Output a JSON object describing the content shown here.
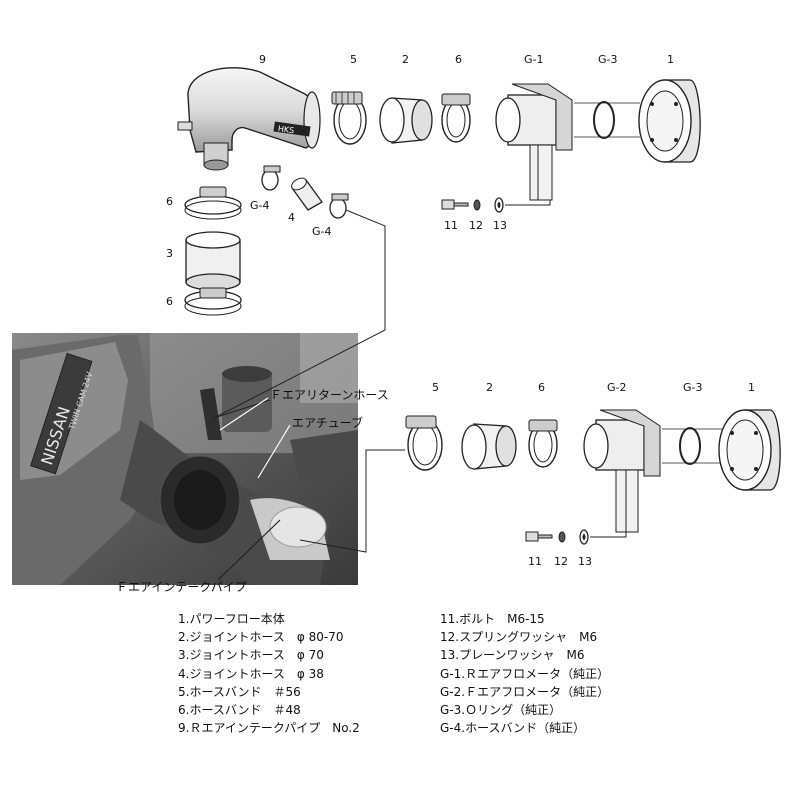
{
  "diagram": {
    "top_labels": [
      "9",
      "5",
      "2",
      "6",
      "G-1",
      "G-3",
      "1"
    ],
    "left_labels": [
      "6",
      "3",
      "6"
    ],
    "mid_labels": [
      "G-4",
      "4",
      "G-4"
    ],
    "top_hardware_labels": [
      "11",
      "12",
      "13"
    ],
    "lower_labels": [
      "5",
      "2",
      "6",
      "G-2",
      "G-3",
      "1"
    ],
    "lower_hardware_labels": [
      "11",
      "12",
      "13"
    ],
    "callouts": {
      "return_hose": "Ｆエアリターンホース",
      "air_tube": "エアチューブ",
      "intake_pipe": "Ｆエアインテークパイプ"
    },
    "photo": {
      "brand": "NISSAN",
      "engraving": "TWIN CAM 24V"
    },
    "logo": "HKS"
  },
  "legend": {
    "left": [
      {
        "num": "1.",
        "text": "パワーフロー本体"
      },
      {
        "num": "2.",
        "text": "ジョイントホース　φ 80-70"
      },
      {
        "num": "3.",
        "text": "ジョイントホース　φ 70"
      },
      {
        "num": "4.",
        "text": "ジョイントホース　φ 38"
      },
      {
        "num": "5.",
        "text": "ホースバンド　＃56"
      },
      {
        "num": "6.",
        "text": "ホースバンド　＃48"
      },
      {
        "num": "9.",
        "text": "Ｒエアインテークパイプ　No.2"
      }
    ],
    "right": [
      {
        "num": "11.",
        "text": "ボルト　M6-15"
      },
      {
        "num": "12.",
        "text": "スプリングワッシャ　M6"
      },
      {
        "num": "13.",
        "text": "プレーンワッシャ　M6"
      },
      {
        "num": "G-1.",
        "text": "Ｒエアフロメータ（純正）"
      },
      {
        "num": "G-2.",
        "text": "Ｆエアフロメータ（純正）"
      },
      {
        "num": "G-3.",
        "text": "Ｏリング（純正）"
      },
      {
        "num": "G-4.",
        "text": "ホースバンド（純正）"
      }
    ]
  }
}
